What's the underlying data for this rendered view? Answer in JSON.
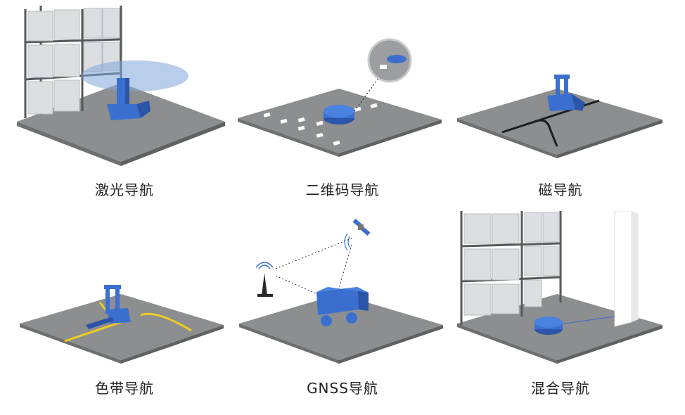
{
  "items": [
    {
      "label": "激光导航"
    },
    {
      "label": "二维码导航"
    },
    {
      "label": "磁导航"
    },
    {
      "label": "色带导航"
    },
    {
      "label": "GNSS导航"
    },
    {
      "label": "混合导航"
    }
  ],
  "colors": {
    "floor": "#8c8e90",
    "floor_edge": "#6d6f71",
    "robot": "#3a6fd0",
    "robot_dark": "#2a55a8",
    "rack": "#5a5d62",
    "box": "#d8dadd",
    "laser_beam": "#7fa6d8",
    "magnetic_track": "#1d1d1d",
    "color_tape": "#f2cd1f"
  }
}
